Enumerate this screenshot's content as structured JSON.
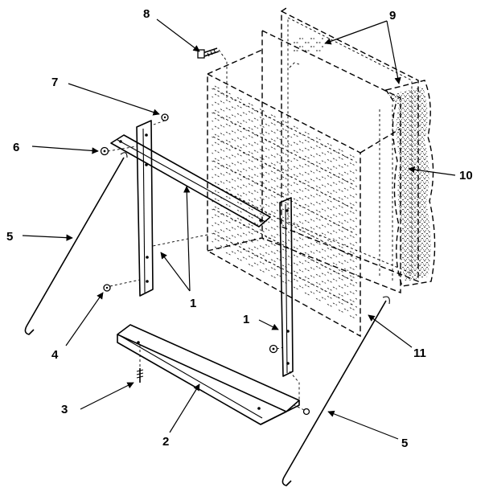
{
  "callouts": {
    "c1a": "1",
    "c1b": "1",
    "c2": "2",
    "c3": "3",
    "c4": "4",
    "c5a": "5",
    "c5b": "5",
    "c6": "6",
    "c7": "7",
    "c8": "8",
    "c9": "9",
    "c10": "10",
    "c11": "11"
  }
}
